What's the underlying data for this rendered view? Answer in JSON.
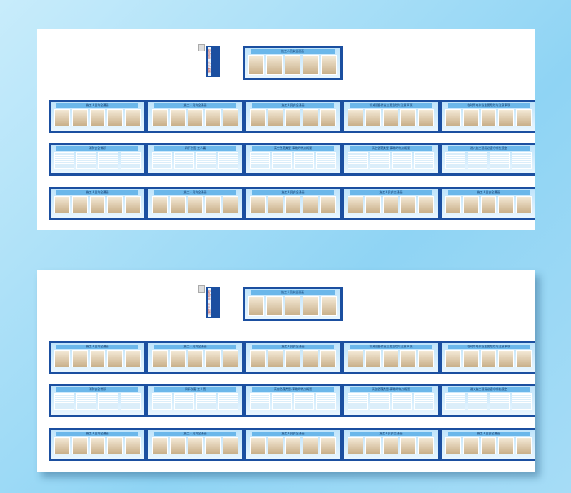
{
  "colors": {
    "background": "#8fd4f4",
    "frame": "#1b4fa0",
    "header": "#6bb7ea"
  },
  "vertical_banner": "安全生产 人人有责",
  "top_banner": {
    "title": "施工人员安全漫画"
  },
  "rows": [
    {
      "panels": [
        {
          "title": "施工人员安全漫画"
        },
        {
          "title": "施工人员安全漫画"
        },
        {
          "title": "施工人员安全漫画"
        },
        {
          "title": "机械设备作业主要危险与注意事项"
        },
        {
          "title": "临时用电作业主要危险与注意事项"
        }
      ]
    },
    {
      "panels": [
        {
          "title": "消防安全常识"
        },
        {
          "title": "四不伤害 工人篇"
        },
        {
          "title": "高空坠落类型·事故的特点概要"
        },
        {
          "title": "高空坠落类型·事故的特点概要"
        },
        {
          "title": "进入施工现场必遵守哪些规定"
        }
      ]
    },
    {
      "panels": [
        {
          "title": "施工人员安全漫画"
        },
        {
          "title": "施工人员安全漫画"
        },
        {
          "title": "施工人员安全漫画"
        },
        {
          "title": "施工人员安全漫画"
        },
        {
          "title": "施工人员安全漫画"
        }
      ]
    }
  ]
}
